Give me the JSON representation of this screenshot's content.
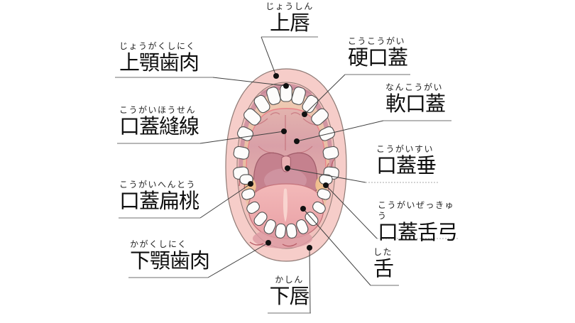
{
  "labels": {
    "upper_lip": {
      "furigana": "じょうしん",
      "kanji": "上唇"
    },
    "upper_gum": {
      "furigana": "じょうがくしにく",
      "kanji": "上顎歯肉"
    },
    "hard_palate": {
      "furigana": "こうこうがい",
      "kanji": "硬口蓋"
    },
    "soft_palate": {
      "furigana": "なんこうがい",
      "kanji": "軟口蓋"
    },
    "palatine_raphe": {
      "furigana": "こうがいほうせん",
      "kanji": "口蓋縫線"
    },
    "uvula": {
      "furigana": "こうがいすい",
      "kanji": "口蓋垂"
    },
    "palatine_tonsil": {
      "furigana": "こうがいへんとう",
      "kanji": "口蓋扁桃"
    },
    "palatoglossal_arch": {
      "furigana": "こうがいぜっきゅう",
      "kanji": "口蓋舌弓"
    },
    "tongue": {
      "furigana": "した",
      "kanji": "舌"
    },
    "lower_gum": {
      "furigana": "かがくしにく",
      "kanji": "下顎歯肉"
    },
    "lower_lip": {
      "furigana": "かしん",
      "kanji": "下唇"
    }
  },
  "colors": {
    "lip_pink": "#f6cdc9",
    "vestibule_pink": "#f1c2bd",
    "gum_rose": "#d295a2",
    "palate_tan": "#ecc3a8",
    "dome_rose": "#d9a0a8",
    "throat_mauve": "#c5818e",
    "uvula_pink": "#eab0b3",
    "tonsil_orange": "#f2c28f",
    "tongue_pink": "#eeacae",
    "tooth_white": "#fdfcfb",
    "leader_line": "#3f3f3f",
    "anchor_dot": "#111111"
  }
}
